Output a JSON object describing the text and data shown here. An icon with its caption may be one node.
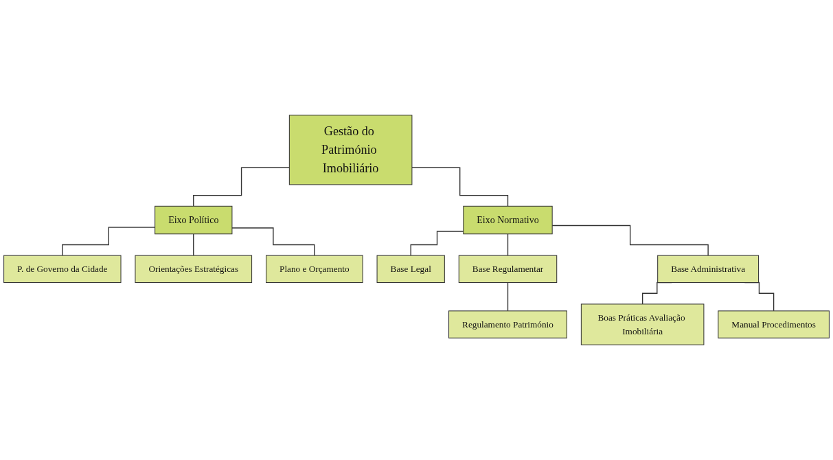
{
  "diagram": {
    "nodes": [
      {
        "text": [
          "Gestão do Património Imobiliário"
        ]
      },
      {
        "text": [
          "Eixo Político"
        ]
      },
      {
        "text": [
          "Eixo Normativo"
        ]
      },
      {
        "text": [
          "P. de Governo da Cidade"
        ]
      },
      {
        "text": [
          "Orientações Estratégicas"
        ]
      },
      {
        "text": [
          "Plano e Orçamento"
        ]
      },
      {
        "text": [
          "Base Legal"
        ]
      },
      {
        "text": [
          "Base Regulamentar"
        ]
      },
      {
        "text": [
          "Base Administrativa"
        ]
      },
      {
        "text": [
          "Regulamento Património"
        ]
      },
      {
        "text": [
          "Boas Práticas Avaliação Imobiliária"
        ]
      },
      {
        "text": [
          "Manual Procedimentos"
        ]
      }
    ],
    "edges": [
      {
        "from": 0,
        "to": 1,
        "arrow": "none"
      },
      {
        "from": 0,
        "to": 2,
        "arrow": "none"
      },
      {
        "from": 1,
        "to": 3,
        "arrow": "none"
      },
      {
        "from": 1,
        "to": 4,
        "arrow": "none"
      },
      {
        "from": 1,
        "to": 5,
        "arrow": "none"
      },
      {
        "from": 2,
        "to": 6,
        "arrow": "none"
      },
      {
        "from": 2,
        "to": 7,
        "arrow": "none"
      },
      {
        "from": 2,
        "to": 8,
        "arrow": "none"
      },
      {
        "from": 7,
        "to": 9,
        "arrow": "none"
      },
      {
        "from": 8,
        "to": 10,
        "arrow": "none"
      },
      {
        "from": 8,
        "to": 11,
        "arrow": "none"
      }
    ]
  }
}
